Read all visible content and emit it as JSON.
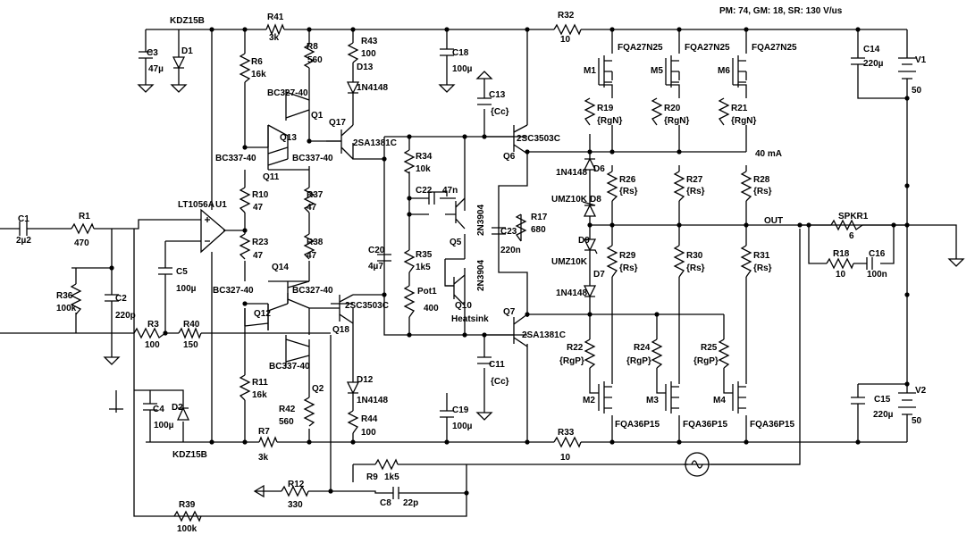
{
  "header": "PM: 74, GM: 18, SR: 130 V/us",
  "components": {
    "c1": {
      "name": "C1",
      "value": "2µ2"
    },
    "r1": {
      "name": "R1",
      "value": "470"
    },
    "r36": {
      "name": "R36",
      "value": "100k"
    },
    "c2": {
      "name": "C2",
      "value": "220p"
    },
    "r3": {
      "name": "R3",
      "value": "100"
    },
    "r40": {
      "name": "R40",
      "value": "150"
    },
    "c5": {
      "name": "C5",
      "value": "100µ"
    },
    "u1": {
      "name": "U1",
      "value": "LT1056A"
    },
    "c3": {
      "name": "C3",
      "value": "47µ"
    },
    "d1": {
      "name": "D1",
      "value": "KDZ15B"
    },
    "c4": {
      "name": "C4",
      "value": "100µ"
    },
    "d2": {
      "name": "D2",
      "value": "KDZ15B"
    },
    "r41": {
      "name": "R41",
      "value": "3k"
    },
    "r6": {
      "name": "R6",
      "value": "16k"
    },
    "r8": {
      "name": "R8",
      "value": "560"
    },
    "r43": {
      "name": "R43",
      "value": "100"
    },
    "d13": {
      "name": "D13",
      "value": "1N4148"
    },
    "q1": {
      "name": "Q1",
      "value": "BC327-40"
    },
    "q17": {
      "name": "Q17",
      "value": "2SA1381C"
    },
    "q13": {
      "name": "Q13",
      "value": "BC337-40"
    },
    "q11": {
      "name": "Q11",
      "value": "BC337-40"
    },
    "r10": {
      "name": "R10",
      "value": "47"
    },
    "r37": {
      "name": "R37",
      "value": "47"
    },
    "r23": {
      "name": "R23",
      "value": "47"
    },
    "r38": {
      "name": "R38",
      "value": "47"
    },
    "q12": {
      "name": "Q12",
      "value": "BC327-40"
    },
    "q14": {
      "name": "Q14",
      "value": "BC327-40"
    },
    "q18": {
      "name": "Q18",
      "value": "2SC3503C"
    },
    "r11": {
      "name": "R11",
      "value": "16k"
    },
    "q2": {
      "name": "Q2",
      "value": "BC337-40"
    },
    "r42": {
      "name": "R42",
      "value": "560"
    },
    "d12": {
      "name": "D12",
      "value": "1N4148"
    },
    "r44": {
      "name": "R44",
      "value": "100"
    },
    "r7": {
      "name": "R7",
      "value": "3k"
    },
    "r12": {
      "name": "R12",
      "value": "330"
    },
    "r39": {
      "name": "R39",
      "value": "100k"
    },
    "r9": {
      "name": "R9",
      "value": "1k5"
    },
    "c8": {
      "name": "C8",
      "value": "22p"
    },
    "c18": {
      "name": "C18",
      "value": "100µ"
    },
    "c19": {
      "name": "C19",
      "value": "100µ"
    },
    "c20": {
      "name": "C20",
      "value": "4µ7"
    },
    "r34": {
      "name": "R34",
      "value": "10k"
    },
    "c22": {
      "name": "C22",
      "value": "47n"
    },
    "q5": {
      "name": "Q5",
      "value": "2N3904"
    },
    "r35": {
      "name": "R35",
      "value": "1k5"
    },
    "pot1": {
      "name": "Pot1",
      "value": "400"
    },
    "q10": {
      "name": "Q10",
      "value": "2N3904",
      "extra": "Heatsink"
    },
    "c13": {
      "name": "C13",
      "value": "{Cc}"
    },
    "c11": {
      "name": "C11",
      "value": "{Cc}"
    },
    "q6": {
      "name": "Q6",
      "value": "2SC3503C"
    },
    "q7": {
      "name": "Q7",
      "value": "2SA1381C"
    },
    "r17": {
      "name": "R17",
      "value": "680"
    },
    "c23": {
      "name": "C23",
      "value": "220n"
    },
    "d6": {
      "name": "D6",
      "value": "1N4148"
    },
    "d8": {
      "name": "D8",
      "value": "UMZ10K"
    },
    "d9": {
      "name": "D9",
      "value": "UMZ10K"
    },
    "d7": {
      "name": "D7",
      "value": "1N4148"
    },
    "r32": {
      "name": "R32",
      "value": "10"
    },
    "r33": {
      "name": "R33",
      "value": "10"
    },
    "m1": {
      "name": "M1",
      "value": "FQA27N25"
    },
    "m5": {
      "name": "M5",
      "value": "FQA27N25"
    },
    "m6": {
      "name": "M6",
      "value": "FQA27N25"
    },
    "r19": {
      "name": "R19",
      "value": "{RgN}"
    },
    "r20": {
      "name": "R20",
      "value": "{RgN}"
    },
    "r21": {
      "name": "R21",
      "value": "{RgN}"
    },
    "r26": {
      "name": "R26",
      "value": "{Rs}"
    },
    "r27": {
      "name": "R27",
      "value": "{Rs}"
    },
    "r28": {
      "name": "R28",
      "value": "{Rs}"
    },
    "r29": {
      "name": "R29",
      "value": "{Rs}"
    },
    "r30": {
      "name": "R30",
      "value": "{Rs}"
    },
    "r31": {
      "name": "R31",
      "value": "{Rs}"
    },
    "r22": {
      "name": "R22",
      "value": "{RgP}"
    },
    "r24": {
      "name": "R24",
      "value": "{RgP}"
    },
    "r25": {
      "name": "R25",
      "value": "{RgP}"
    },
    "m2": {
      "name": "M2",
      "value": "FQA36P15"
    },
    "m3": {
      "name": "M3",
      "value": "FQA36P15"
    },
    "m4": {
      "name": "M4",
      "value": "FQA36P15"
    },
    "c14": {
      "name": "C14",
      "value": "220µ"
    },
    "c15": {
      "name": "C15",
      "value": "220µ"
    },
    "v1": {
      "name": "V1",
      "value": "50"
    },
    "v2": {
      "name": "V2",
      "value": "50"
    },
    "spkr1": {
      "name": "SPKR1",
      "value": "6"
    },
    "r18": {
      "name": "R18",
      "value": "10"
    },
    "c16": {
      "name": "C16",
      "value": "100n"
    }
  },
  "annotations": {
    "bias_current": "40 mA",
    "output_net": "OUT"
  }
}
